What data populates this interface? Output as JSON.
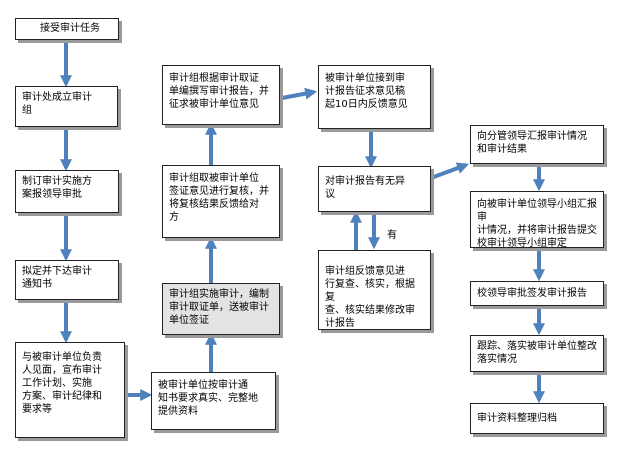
{
  "boxes": {
    "b1": "接受审计任务",
    "b2": "审计处成立审计\n组",
    "b3": "制订审计实施方\n案报领导审批",
    "b4": "拟定并下达审计\n通知书",
    "b5": "与被审计单位负责\n人见面，宣布审计\n工作计划、实施\n方案、审计纪律和\n要求等",
    "c1": "被审计单位按审计通\n知书要求真实、完整地\n提供资料",
    "c2": "审计组实施审计，编制\n审计取证单，送被审计\n单位签证",
    "c3": "审计组取被审计单位\n签证意见进行复核，并\n将复核结果反馈给对\n方",
    "c4": "审计组根据审计取证\n单编撰写审计报告，并\n征求被审计单位意见",
    "d1": "被审计单位接到审\n计报告征求意见稿\n起10日内反馈意见",
    "d2": "对审计报告有无异\n议",
    "d3": "审计组反馈意见进\n行复查、核实，根据复\n查、核实结果修改审\n计报告",
    "e1": "向分管领导汇报审计情况\n和审计结果",
    "e2": "向被审计单位领导小组汇报审\n计情况，并将审计报告提交\n校审计领导小组审定",
    "e3": "校领导审批签发审计报告",
    "e4": "跟踪、落实被审计单位整改\n落实情况",
    "e5": "审计资料整理归档"
  },
  "labels": {
    "you": "有"
  },
  "colors": {
    "arrow": "#4f81bd",
    "border": "#222222",
    "shadow": "#9a9a9a",
    "shaded": "#e3e3e3"
  }
}
